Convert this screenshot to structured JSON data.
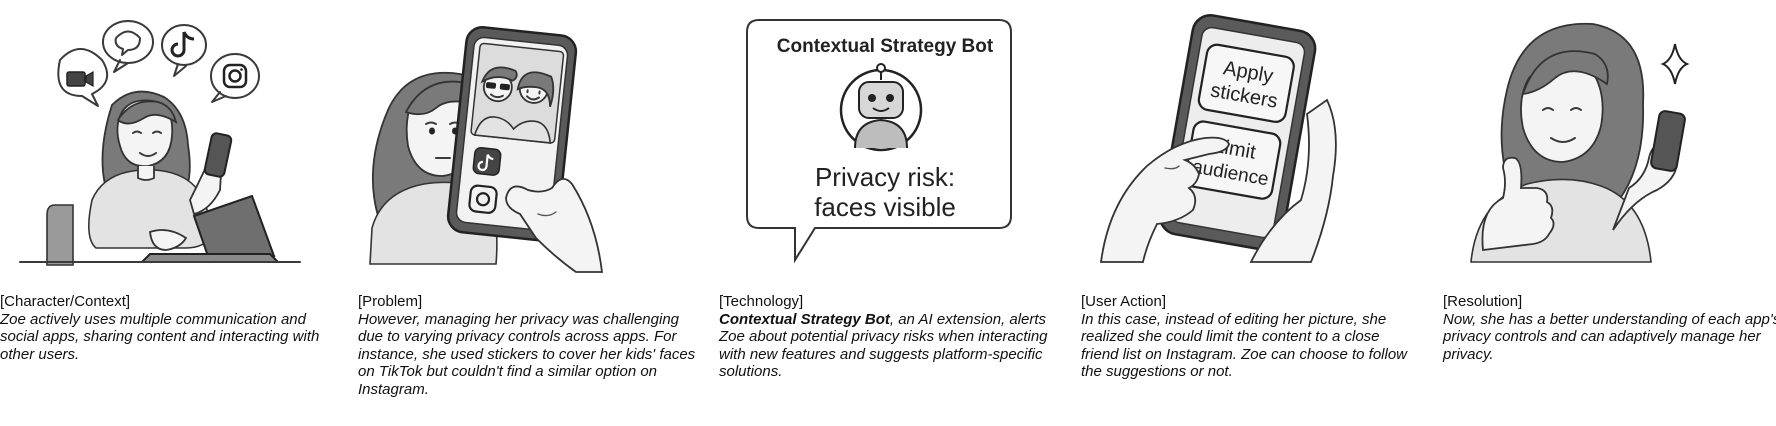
{
  "panels": [
    {
      "tag": "[Character/Context]",
      "text": "Zoe actively uses multiple communication and social apps, sharing content and interacting with other users."
    },
    {
      "tag": "[Problem]",
      "text": "However, managing her privacy was challenging due to varying privacy controls across apps. For instance, she used stickers to cover her kids' faces on TikTok but couldn't find a similar option on Instagram."
    },
    {
      "tag": "[Technology]",
      "text_bold": "Contextual Strategy Bot",
      "text": ", an AI extension, alerts Zoe about potential privacy risks when interacting with new features and suggests platform-specific solutions.",
      "bubble_title": "Contextual Strategy Bot",
      "bubble_line1": "Privacy risk:",
      "bubble_line2": "faces visible"
    },
    {
      "tag": "[User Action]",
      "text": "In this case, instead of editing her picture, she realized she could limit the content to a close friend list on Instagram. Zoe can choose to follow the suggestions or not.",
      "button1_line1": "Apply",
      "button1_line2": "stickers",
      "button2_line1": "Limit",
      "button2_line2": "audience"
    },
    {
      "tag": "[Resolution]",
      "text": "Now, she has a better understanding of each app's privacy controls and can adaptively manage her privacy."
    }
  ],
  "icons": {
    "panel1": [
      "video-icon",
      "chat-bubble-icon",
      "tiktok-icon",
      "instagram-icon"
    ],
    "panel2": [
      "tiktok-icon",
      "instagram-icon"
    ],
    "panel3": [
      "robot-icon"
    ],
    "panel5": [
      "sparkle-icon"
    ]
  }
}
